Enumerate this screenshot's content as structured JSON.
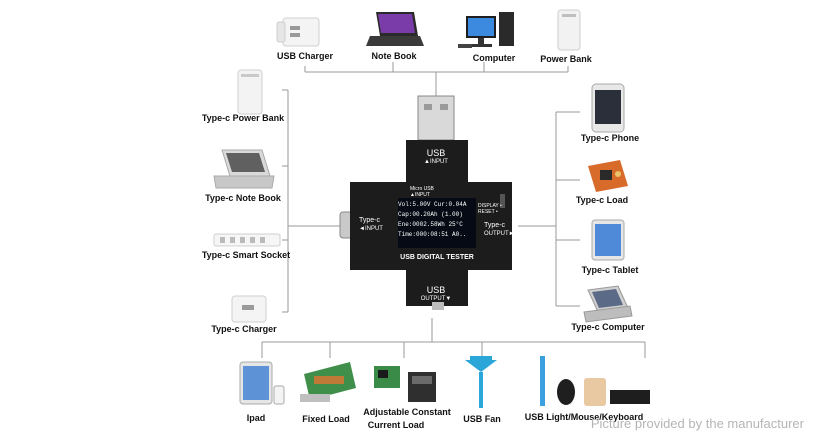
{
  "top_devices": [
    {
      "label": "USB Charger",
      "icon": "usb-charger-icon"
    },
    {
      "label": "Note Book",
      "icon": "notebook-icon"
    },
    {
      "label": "Computer",
      "icon": "computer-icon"
    },
    {
      "label": "Power Bank",
      "icon": "power-bank-icon"
    }
  ],
  "left_devices": [
    {
      "label": "Type-c Power Bank",
      "icon": "power-bank-icon"
    },
    {
      "label": "Type-c Note Book",
      "icon": "notebook-icon"
    },
    {
      "label": "Type-c Smart Socket",
      "icon": "smart-socket-icon"
    },
    {
      "label": "Type-c Charger",
      "icon": "charger-icon"
    }
  ],
  "right_devices": [
    {
      "label": "Type-c Phone",
      "icon": "phone-icon"
    },
    {
      "label": "Type-c Load",
      "icon": "load-board-icon"
    },
    {
      "label": "Type-c Tablet",
      "icon": "tablet-icon"
    },
    {
      "label": "Type-c Computer",
      "icon": "laptop-icon"
    }
  ],
  "bottom_devices": [
    {
      "label": "Ipad",
      "icon": "ipad-icon"
    },
    {
      "label": "Fixed Load",
      "icon": "fixed-load-icon"
    },
    {
      "label": "Adjustable Constant",
      "label2": "Current Load",
      "icon": "adjustable-load-icon"
    },
    {
      "label": "USB Fan",
      "icon": "usb-fan-icon"
    },
    {
      "label": "USB Light/Mouse/Keyboard",
      "icon": "usb-light-mouse-keyboard-icon"
    }
  ],
  "tester": {
    "usb_in_title": "USB",
    "usb_in_sub": "▲INPUT",
    "micro_usb": "Micro USB",
    "micro_usb_sub": "▲INPUT",
    "typec_in": "Type-c",
    "typec_in_sub": "◄INPUT",
    "display_reset": "DISPLAY •",
    "reset": "RESET •",
    "typec_out": "Type-c",
    "typec_out_sub": "OUTPUT►",
    "name": "USB DIGITAL TESTER",
    "usb_out_title": "USB",
    "usb_out_sub": "OUTPUT▼",
    "lcd": {
      "line1_label": "Vol",
      "line1_value": ":5.00V",
      "line1_label2": "Cur",
      "line1_value2": ":0.04A",
      "line2_label": "Cap",
      "line2_value": ":00.20Ah",
      "line2_extra": "(1.00)",
      "line3_label": "Ene",
      "line3_value": ":0002.58Wh",
      "line3_extra": "25°C",
      "line4_label": "Time",
      "line4_value": ":000:08:51",
      "line4_extra": "A0.."
    }
  },
  "watermark": "Picture provided by the manufacturer",
  "colors": {
    "device_body": "#1c1c1c",
    "lcd": "#050a14",
    "line": "#9a9a9a"
  }
}
